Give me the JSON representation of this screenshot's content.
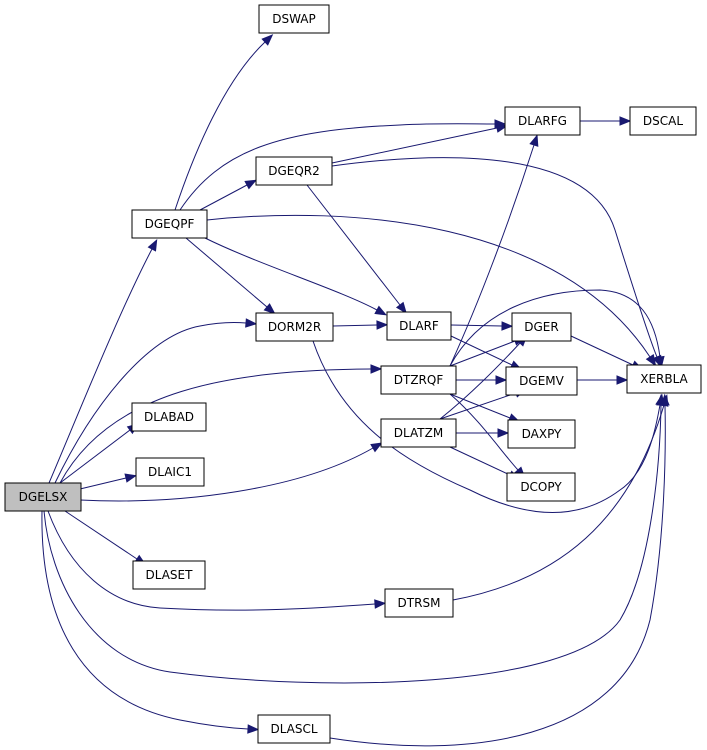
{
  "graph": {
    "edge_color": "#191970",
    "root_fill": "#bfbfbf",
    "nodes": [
      {
        "id": "DGELSX",
        "label": "DGELSX",
        "root": true
      },
      {
        "id": "DSWAP",
        "label": "DSWAP"
      },
      {
        "id": "DGEQPF",
        "label": "DGEQPF"
      },
      {
        "id": "DGEQR2",
        "label": "DGEQR2"
      },
      {
        "id": "DLARFG",
        "label": "DLARFG"
      },
      {
        "id": "DSCAL",
        "label": "DSCAL"
      },
      {
        "id": "DORM2R",
        "label": "DORM2R"
      },
      {
        "id": "DLARF",
        "label": "DLARF"
      },
      {
        "id": "DGER",
        "label": "DGER"
      },
      {
        "id": "DTZRQF",
        "label": "DTZRQF"
      },
      {
        "id": "DGEMV",
        "label": "DGEMV"
      },
      {
        "id": "XERBLA",
        "label": "XERBLA"
      },
      {
        "id": "DLABAD",
        "label": "DLABAD"
      },
      {
        "id": "DLATZM",
        "label": "DLATZM"
      },
      {
        "id": "DAXPY",
        "label": "DAXPY"
      },
      {
        "id": "DLAIC1",
        "label": "DLAIC1"
      },
      {
        "id": "DCOPY",
        "label": "DCOPY"
      },
      {
        "id": "DLASET",
        "label": "DLASET"
      },
      {
        "id": "DTRSM",
        "label": "DTRSM"
      },
      {
        "id": "DLASCL",
        "label": "DLASCL"
      }
    ],
    "edges": [
      [
        "DGELSX",
        "DGEQPF"
      ],
      [
        "DGELSX",
        "DORM2R"
      ],
      [
        "DGELSX",
        "DTZRQF"
      ],
      [
        "DGELSX",
        "DLABAD"
      ],
      [
        "DGELSX",
        "DLAIC1"
      ],
      [
        "DGELSX",
        "DLATZM"
      ],
      [
        "DGELSX",
        "DLASET"
      ],
      [
        "DGELSX",
        "DTRSM"
      ],
      [
        "DGELSX",
        "XERBLA"
      ],
      [
        "DGELSX",
        "DLASCL"
      ],
      [
        "DGEQPF",
        "DSWAP"
      ],
      [
        "DGEQPF",
        "DLARFG"
      ],
      [
        "DGEQPF",
        "DGEQR2"
      ],
      [
        "DGEQPF",
        "DORM2R"
      ],
      [
        "DGEQPF",
        "DLARF"
      ],
      [
        "DGEQPF",
        "XERBLA"
      ],
      [
        "DGEQR2",
        "DLARFG"
      ],
      [
        "DGEQR2",
        "DLARF"
      ],
      [
        "DGEQR2",
        "XERBLA"
      ],
      [
        "DLARFG",
        "DSCAL"
      ],
      [
        "DORM2R",
        "DLARF"
      ],
      [
        "DORM2R",
        "XERBLA"
      ],
      [
        "DLARF",
        "DGER"
      ],
      [
        "DLARF",
        "DGEMV"
      ],
      [
        "DTZRQF",
        "DLARFG"
      ],
      [
        "DTZRQF",
        "DGEMV"
      ],
      [
        "DTZRQF",
        "DGER"
      ],
      [
        "DTZRQF",
        "DAXPY"
      ],
      [
        "DTZRQF",
        "DCOPY"
      ],
      [
        "DTZRQF",
        "XERBLA"
      ],
      [
        "DGER",
        "XERBLA"
      ],
      [
        "DGEMV",
        "XERBLA"
      ],
      [
        "DLATZM",
        "DGEMV"
      ],
      [
        "DLATZM",
        "DGER"
      ],
      [
        "DLATZM",
        "DAXPY"
      ],
      [
        "DLATZM",
        "DCOPY"
      ],
      [
        "DTRSM",
        "XERBLA"
      ],
      [
        "DLASCL",
        "XERBLA"
      ]
    ]
  }
}
